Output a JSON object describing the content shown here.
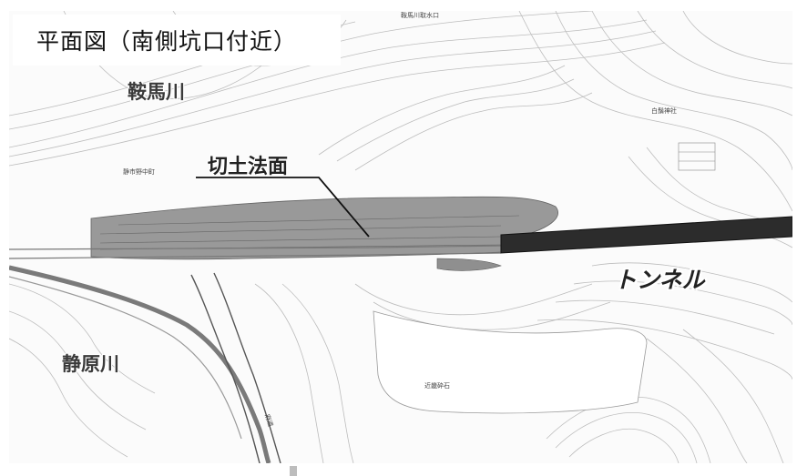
{
  "title": "平面図（南側坑口付近）",
  "labels": {
    "kurama_river": "鞍馬川",
    "shizuhara_river": "静原川",
    "cut_slope": "切土法面",
    "tunnel": "トンネル"
  },
  "small_labels": {
    "intake": "鞍馬川取水口",
    "shrine": "白鬚神社",
    "town": "静市野中町",
    "quarry": "近畿砕石",
    "route": "府道"
  },
  "colors": {
    "tunnel": "#2c2c2c",
    "cut_slope": "#8c8c8c",
    "contour": "#b9b9b9",
    "road": "#6f6f6f",
    "river": "#808080"
  }
}
